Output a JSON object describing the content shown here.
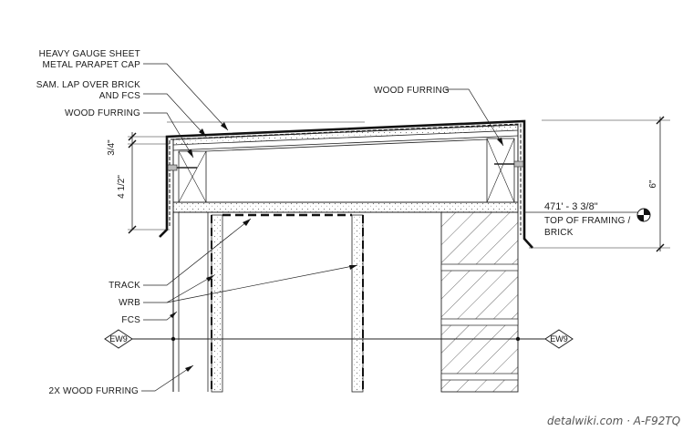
{
  "labels": {
    "parapet_cap_line1": "HEAVY GAUGE  SHEET",
    "parapet_cap_line2": "METAL PARAPET CAP",
    "sam_lap_line1": "SAM. LAP OVER BRICK",
    "sam_lap_line2": "AND FCS",
    "wood_furring_left": "WOOD FURRING",
    "wood_furring_right": "WOOD FURRING",
    "track": "TRACK",
    "wrb": "WRB",
    "fcs": "FCS",
    "wood_furring_2x": "2X WOOD FURRING",
    "elevation_value": "471' - 3 3/8\"",
    "elevation_line1": "TOP OF FRAMING /",
    "elevation_line2": "BRICK"
  },
  "dimensions": {
    "d_three_quarter": "3/4\"",
    "d_four_half": "4 1/2\"",
    "d_six": "6\""
  },
  "grid_tags": {
    "left": "EW9",
    "right": "EW9"
  },
  "watermark": "detalwiki.com · A-F92TQ"
}
